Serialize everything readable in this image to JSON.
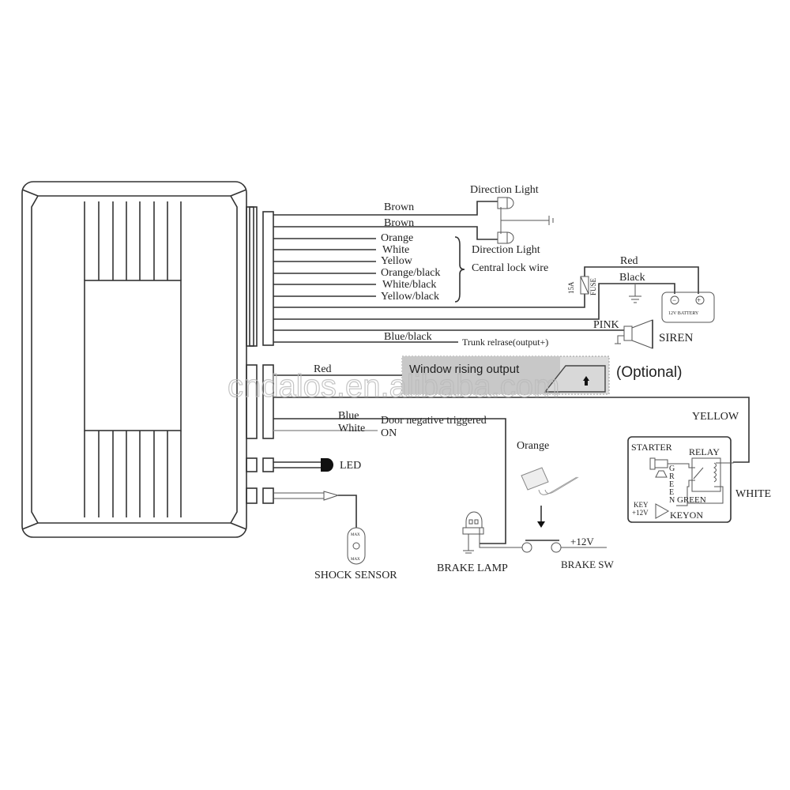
{
  "wires_top": {
    "brown1": "Brown",
    "brown2": "Brown",
    "orange": "Orange",
    "white": "White",
    "yellow": "Yellow",
    "orange_black": "Orange/black",
    "white_black": "White/black",
    "yellow_black": "Yellow/black",
    "blue_black": "Blue/black",
    "trunk": "Trunk relrase(output+)"
  },
  "direction_light_top": "Direction Light",
  "direction_light_bottom": "Direction Light",
  "central_lock": "Central lock wire",
  "power": {
    "red": "Red",
    "black": "Black",
    "fuse_rating": "15A",
    "fuse": "FUSE",
    "battery": "12V BATTERY",
    "minus": "−",
    "plus": "+"
  },
  "siren": {
    "wire": "PINK",
    "label": "SIREN"
  },
  "window": {
    "wire": "Red",
    "label": "Window rising output",
    "optional": "(Optional)"
  },
  "door": {
    "blue": "Blue",
    "white": "White",
    "triggered": "Door negative triggered",
    "on": "ON"
  },
  "led": "LED",
  "shock": {
    "label": "SHOCK SENSOR",
    "max_top": "MAX",
    "max_bottom": "MAX"
  },
  "brake": {
    "orange": "Orange",
    "lamp": "BRAKE LAMP",
    "switch": "BRAKE SW",
    "v12": "+12V"
  },
  "starter": {
    "yellow": "YELLOW",
    "white": "WHITE",
    "starter": "STARTER",
    "relay": "RELAY",
    "green_vertical": [
      "G",
      "R",
      "E",
      "E",
      "N"
    ],
    "green": "GREEN",
    "key": "KEY",
    "key_v": "+12V",
    "keyon": "KEYON"
  },
  "watermark": "cndalos.en.alibaba.com"
}
